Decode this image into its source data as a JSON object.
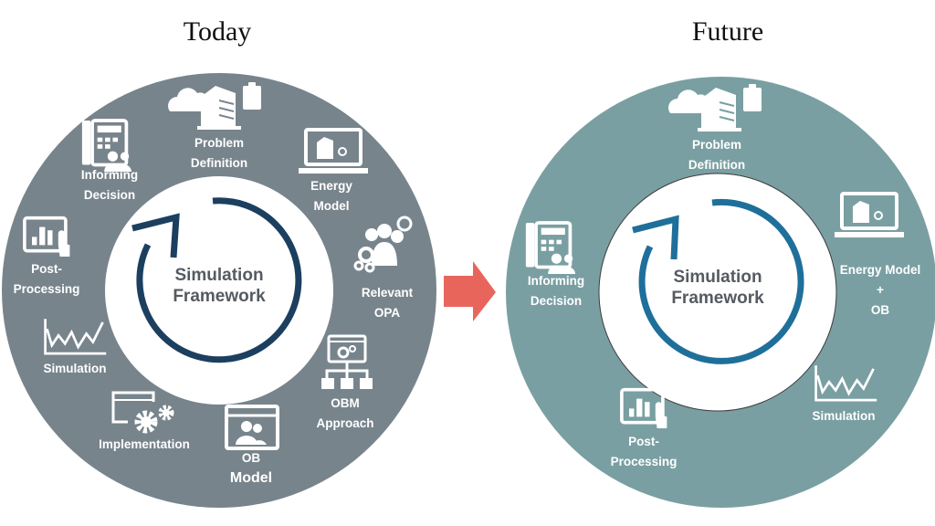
{
  "panels": {
    "today": {
      "title": "Today",
      "ring_color": "#78848c",
      "cycle_color": "#1c3f5f",
      "center_label": [
        "Simulation",
        "Framework"
      ],
      "steps": [
        {
          "icon": "building-cloud-clipboard-icon",
          "label": [
            "Problem",
            "Definition"
          ]
        },
        {
          "icon": "laptop-building-icon",
          "label": [
            "Energy",
            "Model"
          ]
        },
        {
          "icon": "people-gears-clock-icon",
          "label": [
            "Relevant",
            "OPA"
          ]
        },
        {
          "icon": "window-hierarchy-icon",
          "label": [
            "OBM",
            "Approach"
          ]
        },
        {
          "icon": "window-people-icon",
          "label": [
            "OB",
            "Model"
          ]
        },
        {
          "icon": "window-gears-icon",
          "label": [
            "Implementation"
          ]
        },
        {
          "icon": "line-chart-icon",
          "label": [
            "Simulation"
          ]
        },
        {
          "icon": "tablet-chart-icon",
          "label": [
            "Post-",
            "Processing"
          ]
        },
        {
          "icon": "phone-people-icon",
          "label": [
            "Informing",
            "Decision"
          ]
        }
      ]
    },
    "future": {
      "title": "Future",
      "ring_color": "#7a9fa2",
      "cycle_color": "#1f6f9b",
      "center_label": [
        "Simulation",
        "Framework"
      ],
      "steps": [
        {
          "icon": "building-cloud-clipboard-icon",
          "label": [
            "Problem",
            "Definition"
          ]
        },
        {
          "icon": "laptop-building-icon",
          "label": [
            "Energy Model",
            "+",
            "OB"
          ]
        },
        {
          "icon": "line-chart-icon",
          "label": [
            "Simulation"
          ]
        },
        {
          "icon": "tablet-chart-icon",
          "label": [
            "Post-",
            "Processing"
          ]
        },
        {
          "icon": "phone-people-icon",
          "label": [
            "Informing",
            "Decision"
          ]
        }
      ]
    }
  },
  "transition_arrow": {
    "icon": "right-arrow-icon",
    "color": "#e8655c"
  }
}
